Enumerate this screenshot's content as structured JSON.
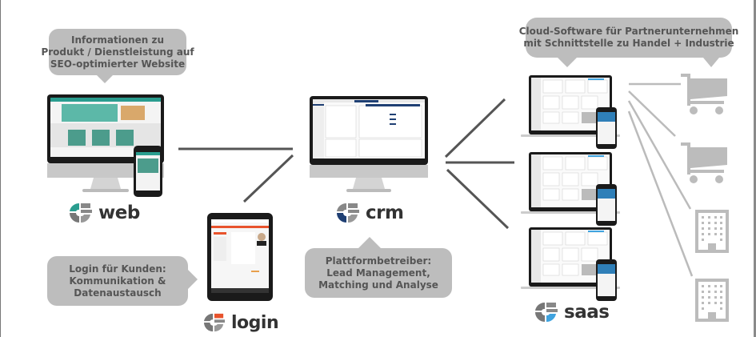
{
  "bubbles": {
    "web": {
      "lines": [
        "Informationen zu",
        "Produkt / Dienstleistung auf",
        "SEO-optimierter Website"
      ]
    },
    "saas": {
      "lines": [
        "Cloud-Software für Partnerunternehmen",
        "mit Schnittstelle zu Handel + Industrie"
      ]
    },
    "login": {
      "lines": [
        "Login für Kunden:",
        "Kommunikation &",
        "Datenaustausch"
      ]
    },
    "crm": {
      "lines": [
        "Plattformbetreiber:",
        "Lead Management,",
        "Matching und Analyse"
      ]
    }
  },
  "logos": {
    "web": {
      "label": "web",
      "accent": "#2a9d8f"
    },
    "crm": {
      "label": "crm",
      "accent": "#1f3f73"
    },
    "login": {
      "label": "login",
      "accent": "#e8532c"
    },
    "saas": {
      "label": "saas",
      "accent": "#3fa3df"
    }
  },
  "colors": {
    "bubble_bg": "#bdbdbd",
    "bubble_text": "#555555",
    "connector": "#555555",
    "partner_icon": "#bcbcbc"
  },
  "partners": [
    {
      "type": "shopping-cart",
      "label": "Handel"
    },
    {
      "type": "shopping-cart",
      "label": "Handel"
    },
    {
      "type": "building",
      "label": "Industrie"
    },
    {
      "type": "building",
      "label": "Industrie"
    }
  ],
  "devices": {
    "web": [
      "desktop-monitor",
      "smartphone"
    ],
    "crm": [
      "desktop-monitor"
    ],
    "login": [
      "tablet"
    ],
    "saas": [
      "laptop-smartphone",
      "laptop-smartphone",
      "laptop-smartphone"
    ]
  }
}
